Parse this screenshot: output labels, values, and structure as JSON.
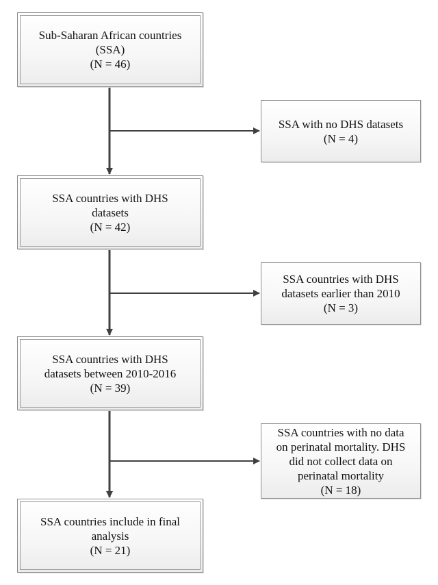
{
  "flowchart": {
    "main_boxes": [
      {
        "lines": [
          "Sub-Saharan African countries",
          "(SSA)",
          "(N = 46)"
        ]
      },
      {
        "lines": [
          "SSA countries with DHS",
          "datasets",
          "(N = 42)"
        ]
      },
      {
        "lines": [
          "SSA countries with DHS",
          "datasets between 2010-2016",
          "(N = 39)"
        ]
      },
      {
        "lines": [
          "SSA countries include in final",
          "analysis",
          "(N = 21)"
        ]
      }
    ],
    "exclusion_boxes": [
      {
        "lines": [
          "SSA with no DHS datasets",
          "(N = 4)"
        ]
      },
      {
        "lines": [
          "SSA countries with DHS",
          "datasets earlier than 2010",
          "(N = 3)"
        ]
      },
      {
        "lines": [
          "SSA countries with no data",
          "on perinatal mortality. DHS",
          "did not collect data on",
          "perinatal mortality",
          "(N = 18)"
        ]
      }
    ],
    "colors": {
      "line": "#404040",
      "border": "#8c8c8c",
      "text": "#111111"
    }
  }
}
